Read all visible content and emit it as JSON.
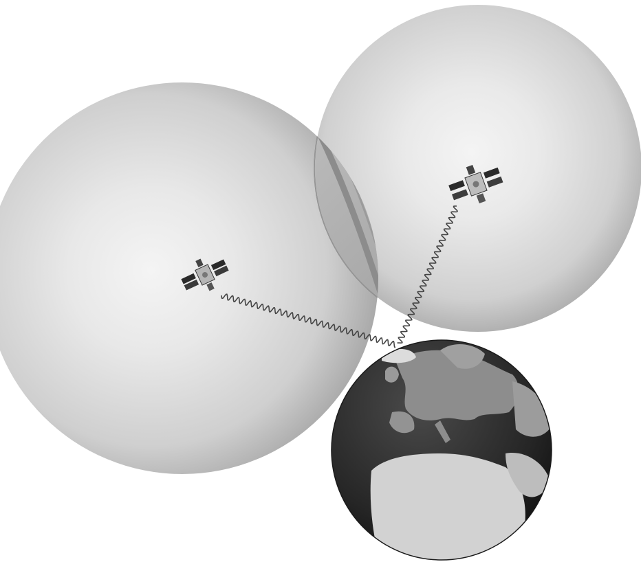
{
  "diagram": {
    "spheres": [
      {
        "id": "left-coverage-sphere"
      },
      {
        "id": "right-coverage-sphere"
      }
    ],
    "satellites": [
      {
        "id": "left-satellite"
      },
      {
        "id": "right-satellite"
      }
    ],
    "signals": [
      {
        "id": "left-signal-wave",
        "from": "left-satellite",
        "to": "earth"
      },
      {
        "id": "right-signal-wave",
        "from": "right-satellite",
        "to": "earth"
      }
    ],
    "earth": {
      "id": "earth-globe"
    },
    "overlap": {
      "id": "sphere-intersection-lens"
    }
  },
  "colors": {
    "background": "#ffffff",
    "sphere_light": "#f2f2f2",
    "sphere_mid": "#cfcfcf",
    "sphere_dark": "#9a9a9a",
    "lens_fill": "#b3b3b3",
    "lens_stripe": "#8c8c8c",
    "ocean": "#2b2b2b",
    "land_light": "#d6d6d6",
    "land_mid": "#8a8a8a",
    "wave": "#444444"
  }
}
